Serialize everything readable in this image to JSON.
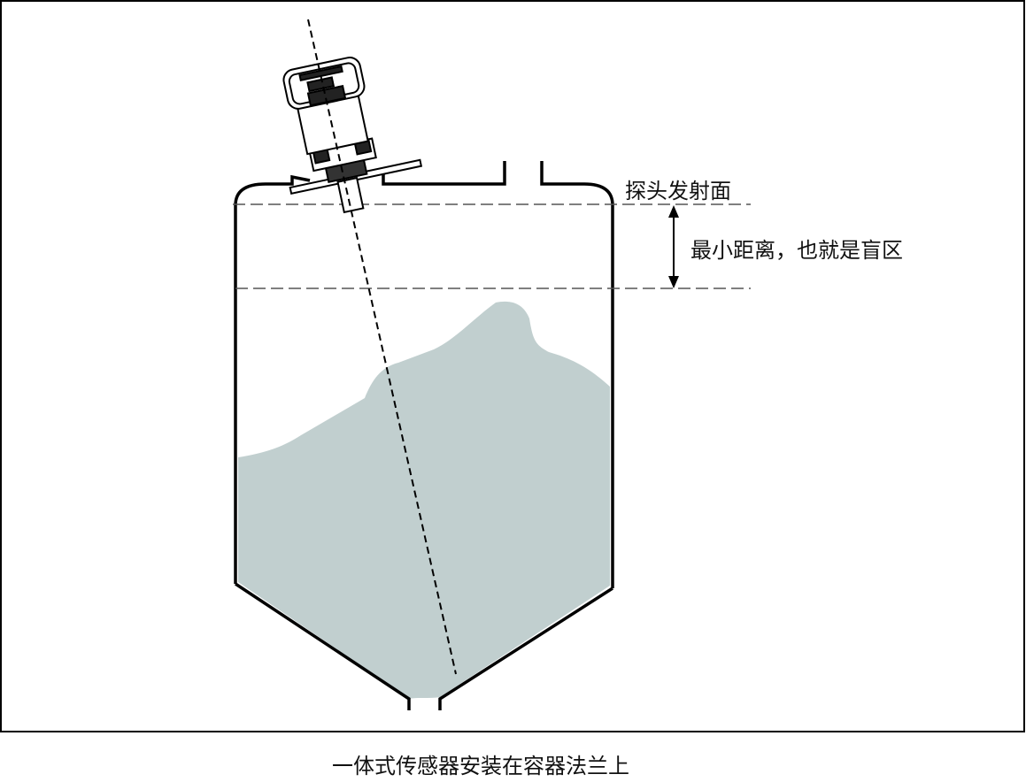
{
  "labels": {
    "probe_face": "探头发射面",
    "min_distance": "最小距离，也就是盲区",
    "caption": "一体式传感器安装在容器法兰上"
  },
  "colors": {
    "material": "#c1cfcf",
    "line": "#000000"
  }
}
